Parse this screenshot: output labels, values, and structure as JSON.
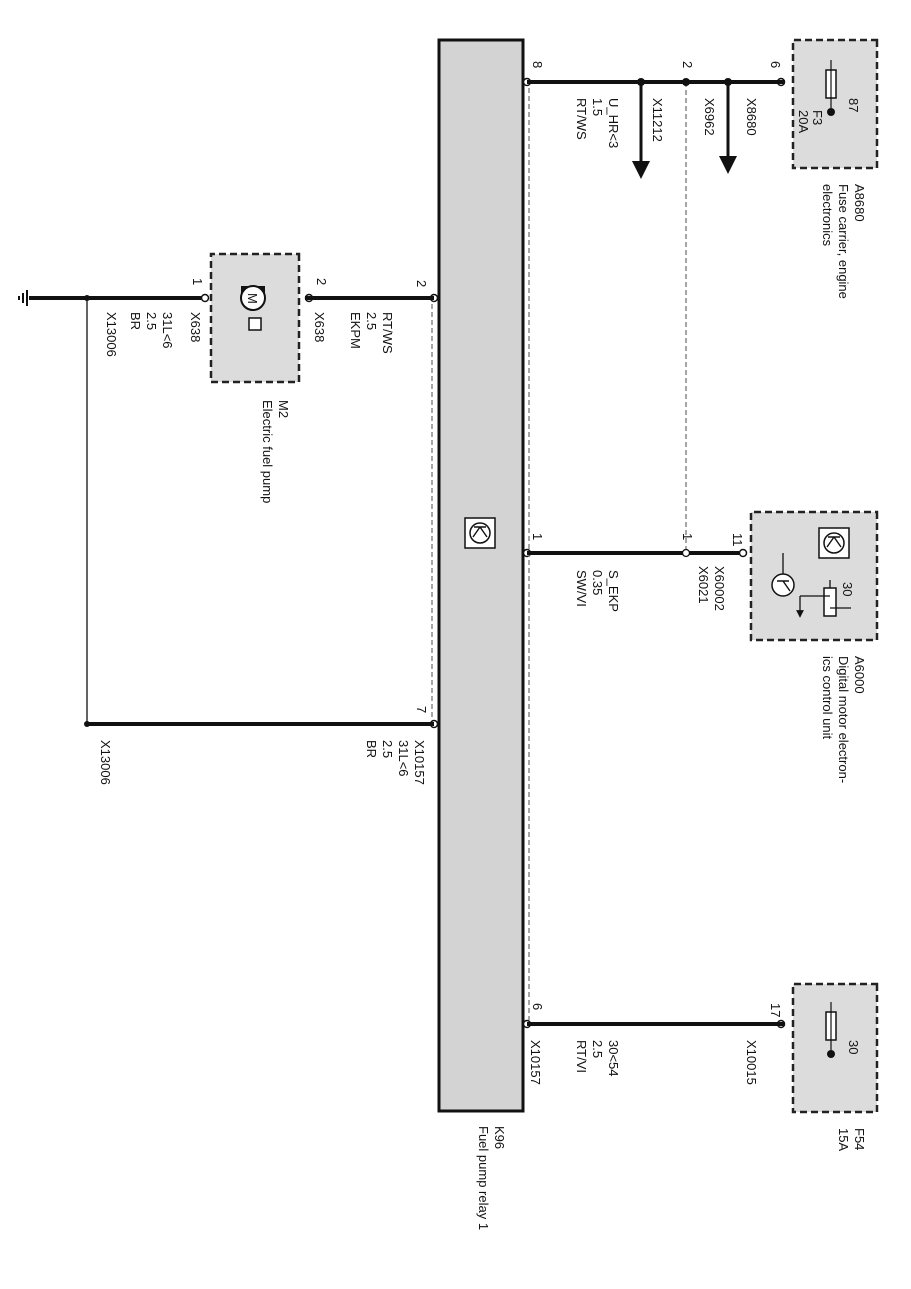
{
  "components": {
    "relay": {
      "id": "K96",
      "name": "Fuel pump relay 1"
    },
    "fuse_carrier": {
      "id": "A8680",
      "name": [
        "Fuse carrier, engine",
        "electronics"
      ]
    },
    "fuse_f3": {
      "id": "F3",
      "rating": "20A",
      "pin": "87"
    },
    "dme": {
      "id": "A6000",
      "name": [
        "Digital motor electron-",
        "ics control unit"
      ],
      "pin30": "30"
    },
    "fuse_f54": {
      "id": "F54",
      "rating": "15A",
      "pin": "30"
    },
    "pump": {
      "id": "M2",
      "name": "Electric fuel pump",
      "motor_symbol": "M"
    }
  },
  "pins": {
    "relay_8": "8",
    "relay_2": "2",
    "relay_1": "1",
    "relay_7": "7",
    "relay_6": "6",
    "fuse_6": "6",
    "splice_2": "2",
    "dme_11": "11",
    "dme_1": "1",
    "f54_17": "17",
    "pump_1": "1",
    "pump_2": "2"
  },
  "connectors": {
    "x8680": "X8680",
    "x6962": "X6962",
    "x11212": "X11212",
    "x60002": "X60002",
    "x6021": "X6021",
    "x10015": "X10015",
    "x10157_pin7": "X10157",
    "x10157_pin6": "X10157",
    "x638_pin2": "X638",
    "x638_pin1": "X638",
    "x13006_top": "X13006",
    "x13006_bottom": "X13006"
  },
  "wires": {
    "u_hr": [
      "U_HR<3",
      "1.5",
      "RT/WS"
    ],
    "ekpm": [
      "EKPM",
      "2.5",
      "RT/WS"
    ],
    "pump_ground": [
      "31L<6",
      "2.5",
      "BR"
    ],
    "s_ekp": [
      "S_EKP",
      "0.35",
      "SW/VI"
    ],
    "relay_ground": [
      "31L<6",
      "2.5",
      "BR"
    ],
    "term30": [
      "30<54",
      "2.5",
      "RT/VI"
    ]
  },
  "symbols": [
    "ground-icon",
    "arrow-down-icon",
    "fuse-icon",
    "motor-icon",
    "transistor-icon",
    "resistor-icon"
  ]
}
